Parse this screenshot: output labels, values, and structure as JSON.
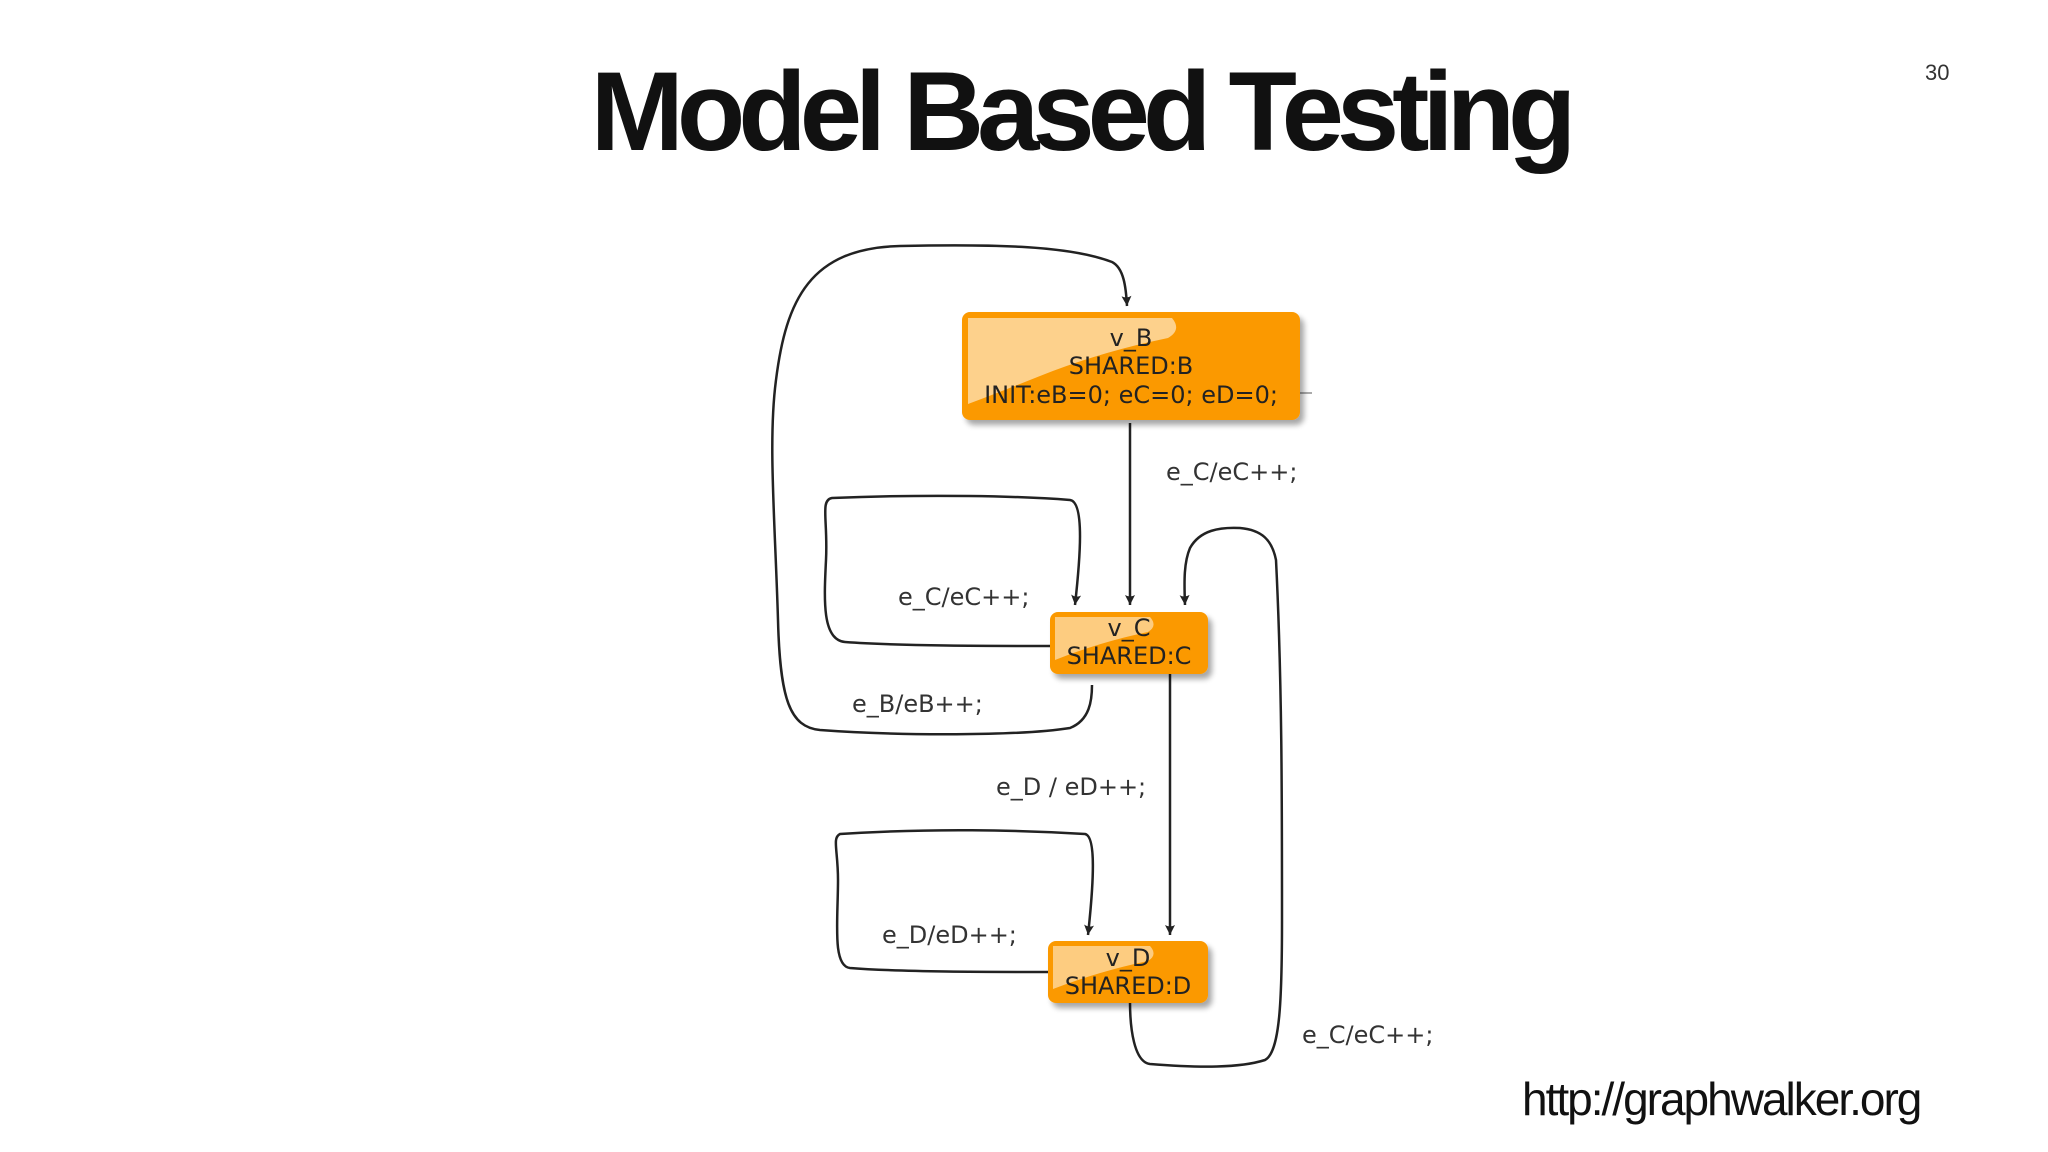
{
  "slide": {
    "title": "Model Based Testing",
    "page_number": "30",
    "footer_link": "http://graphwalker.org"
  },
  "colors": {
    "node_fill": "#fb9900",
    "node_highlight": "#ffd79a",
    "edge": "#222222",
    "title": "#111111"
  },
  "diagram": {
    "nodes": {
      "v_b": {
        "name": "v_B",
        "shared": "SHARED:B",
        "init": "INIT:eB=0; eC=0; eD=0;"
      },
      "v_c": {
        "name": "v_C",
        "shared": "SHARED:C"
      },
      "v_d": {
        "name": "v_D",
        "shared": "SHARED:D"
      }
    },
    "edges": {
      "vb_to_vc": "e_C/eC++;",
      "vc_self_loop": "e_C/eC++;",
      "vc_to_vb": "e_B/eB++;",
      "vc_to_vd": "e_D / eD++;",
      "vd_self_loop": "e_D/eD++;",
      "vd_to_vc": "e_C/eC++;"
    }
  }
}
